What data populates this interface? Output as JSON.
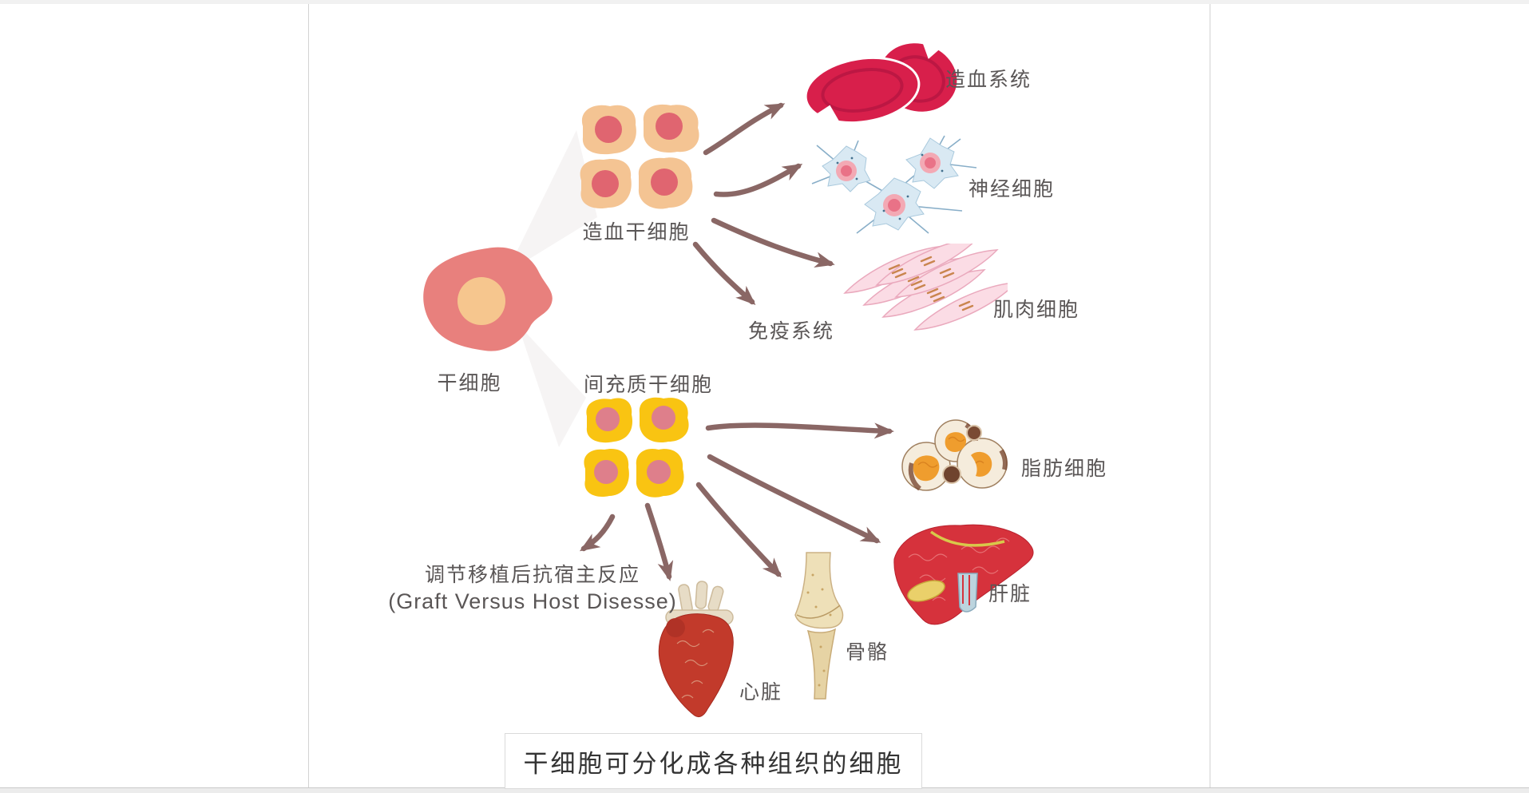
{
  "diagram": {
    "root": {
      "label": "干细胞",
      "illustration": "stem-cell"
    },
    "branches": [
      {
        "label": "造血干细胞",
        "illustration": "orange-stem-cell-cluster",
        "outcomes": [
          {
            "label": "造血系统",
            "illustration": "red-blood-cells"
          },
          {
            "label": "神经细胞",
            "illustration": "neurons"
          },
          {
            "label": "肌肉细胞",
            "illustration": "muscle-fibers"
          },
          {
            "label": "免疫系统",
            "illustration": "none"
          }
        ]
      },
      {
        "label": "间充质干细胞",
        "illustration": "yellow-stem-cell-cluster",
        "outcomes": [
          {
            "label": "脂肪细胞",
            "illustration": "adipocytes"
          },
          {
            "label": "肝脏",
            "illustration": "liver"
          },
          {
            "label": "骨骼",
            "illustration": "bone"
          },
          {
            "label": "心脏",
            "illustration": "heart"
          },
          {
            "label_line1": "调节移植后抗宿主反应",
            "label_line2": "(Graft Versus Host Disesse)",
            "illustration": "none"
          }
        ]
      }
    ],
    "caption": "干细胞可分化成各种组织的细胞"
  },
  "colors": {
    "stem_cell_body": "#e8807d",
    "stem_cell_nucleus": "#f6c68e",
    "hsc_cell": "#f4c493",
    "hsc_nucleus": "#e06570",
    "msc_cell": "#f9c412",
    "msc_nucleus": "#de7f8b",
    "blood_cell": "#d81f4b",
    "arrow": "#8a6765",
    "label_text": "#5a5656",
    "caption_text": "#333333"
  }
}
